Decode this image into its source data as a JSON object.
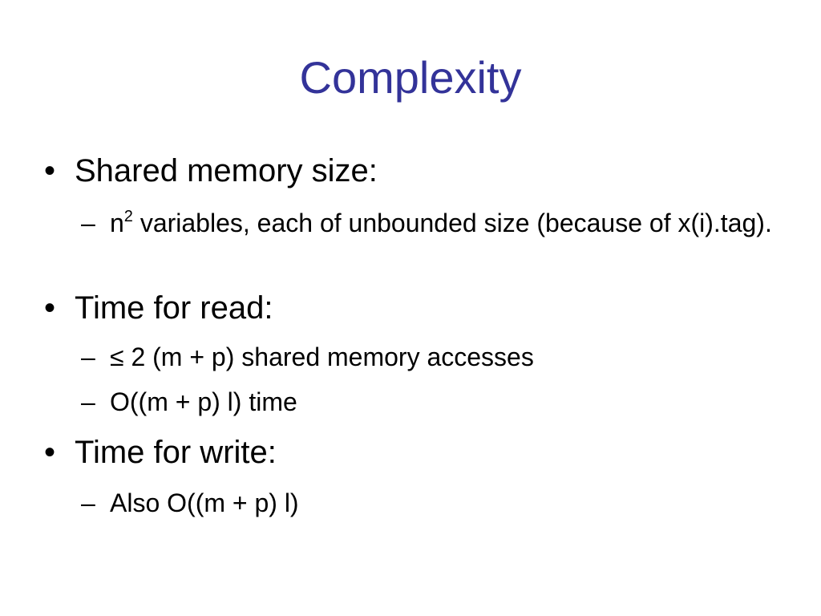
{
  "slide": {
    "title": "Complexity",
    "bullet_marker": "•",
    "sub_marker": "–",
    "items": [
      {
        "text": "Shared memory size:",
        "subitems": [
          {
            "base": "n",
            "superscript": "2",
            "rest": " variables, each of unbounded size (because of x(i).tag)."
          }
        ]
      },
      {
        "text": "Time for read:",
        "subitems": [
          {
            "text": "≤ 2 (m + p)  shared memory accesses"
          },
          {
            "text": "O((m + p) l) time"
          }
        ]
      },
      {
        "text": "Time for write:",
        "subitems": [
          {
            "text": "Also O((m + p) l)"
          }
        ]
      }
    ]
  }
}
